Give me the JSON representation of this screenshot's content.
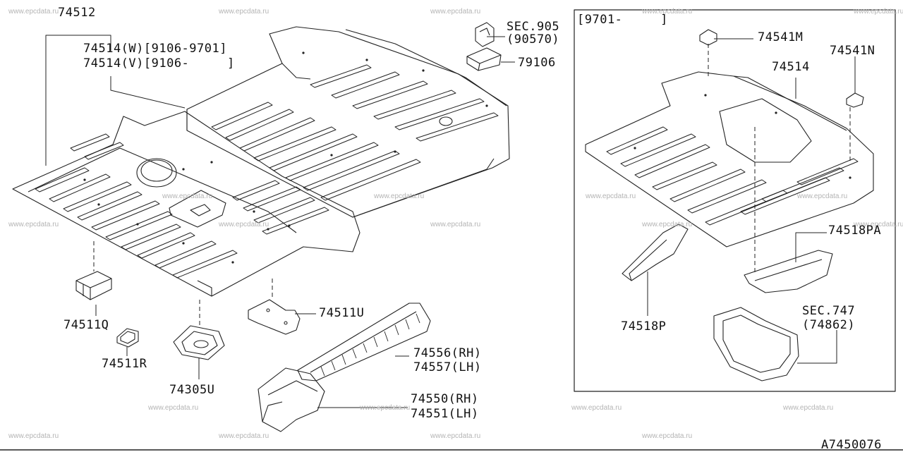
{
  "watermark": "www.epcdata.ru",
  "diagram_code": "A7450076",
  "inset": {
    "range_label": "[9701-     ]"
  },
  "labels": {
    "p74512": "74512",
    "p74514w": "74514(W)[9106-9701]",
    "p74514v": "74514(V)[9106-     ]",
    "sec905": "SEC.905",
    "sec905_ref": "(90570)",
    "p79106": "79106",
    "p74511u": "74511U",
    "p74511q": "74511Q",
    "p74511r": "74511R",
    "p74305u": "74305U",
    "p74556": "74556(RH)",
    "p74557": "74557(LH)",
    "p74550": "74550(RH)",
    "p74551": "74551(LH)",
    "p74541m": "74541M",
    "p74541n": "74541N",
    "p74514": "74514",
    "p74518pa": "74518PA",
    "p74518p": "74518P",
    "sec747": "SEC.747",
    "sec747_ref": "(74862)"
  }
}
